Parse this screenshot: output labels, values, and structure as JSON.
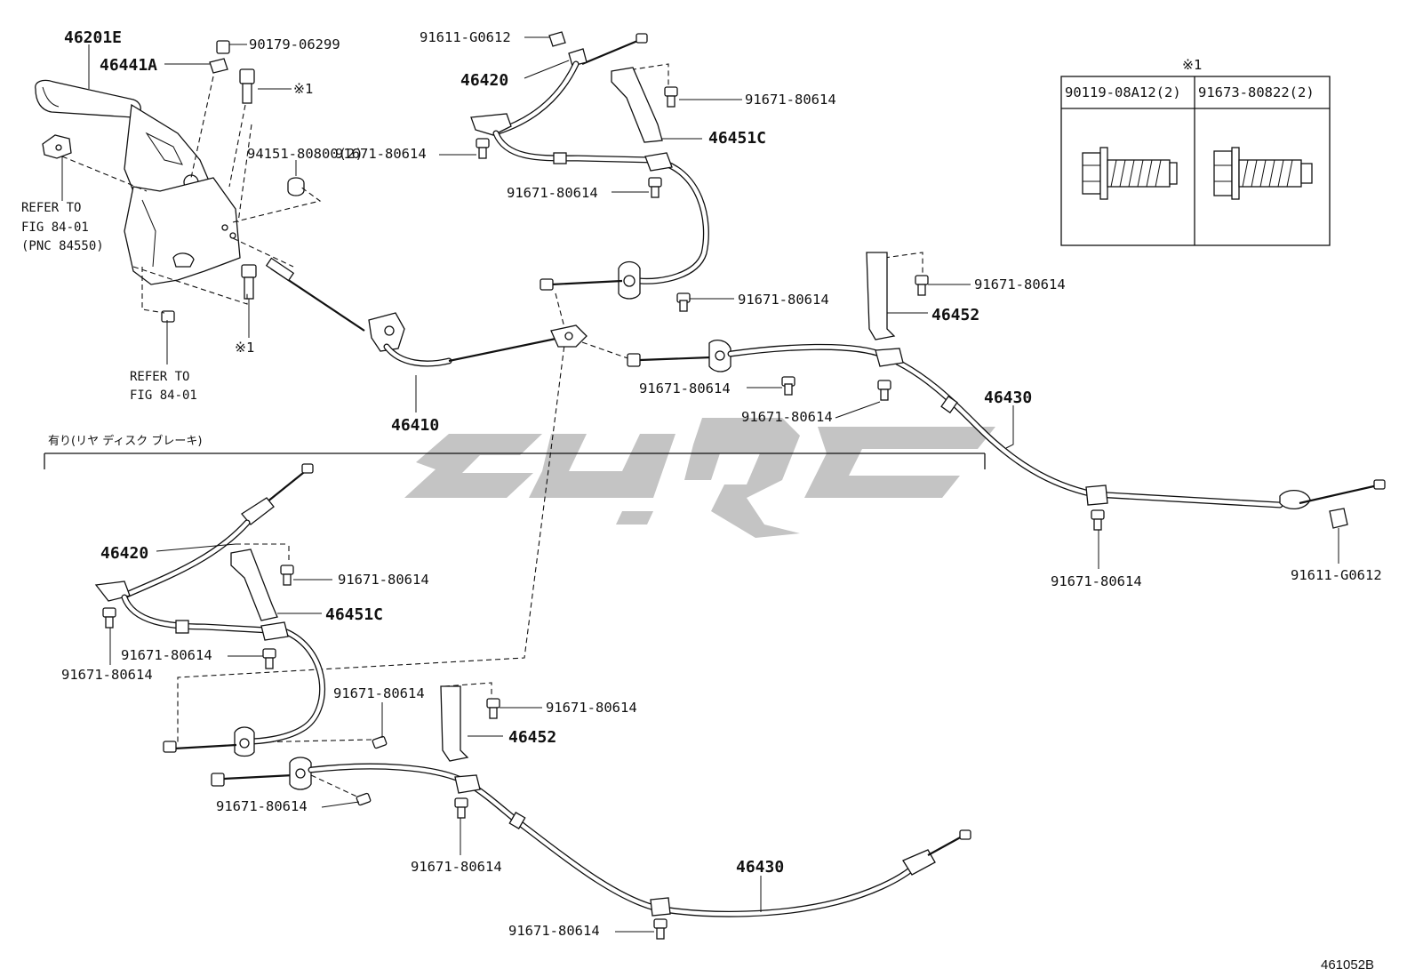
{
  "diagram": {
    "figure_code": "461052B",
    "section_note": "有り(リヤ ディスク ブレーキ)",
    "refer_lever": [
      "REFER TO",
      "FIG 84-01",
      "(PNC 84550)"
    ],
    "refer_bolt": [
      "REFER TO",
      "FIG 84-01"
    ],
    "note_mark": "※1",
    "table": {
      "title": "※1",
      "columns": [
        "90119-08A12(2)",
        "91673-80822(2)"
      ]
    },
    "parts": {
      "lever": "46201E",
      "grip": "46441A",
      "nut_top": "90179-06299",
      "mark_top": "※1",
      "mark_bottom": "※1",
      "bolt_set": "94151-80800(2)",
      "front_cable": "46410",
      "cable_46420_top": "46420",
      "nut_91611_top": "91611-G0612",
      "bolt_a": "91671-80614",
      "bracket_46451c_top": "46451C",
      "bolt_b": "91671-80614",
      "bolt_c": "91671-80614",
      "bolt_d": "91671-80614",
      "bolt_e": "91671-80614",
      "bracket_46452_top": "46452",
      "bolt_f": "91671-80614",
      "bolt_g": "91671-80614",
      "cable_46430_top": "46430",
      "bolt_h": "91671-80614",
      "nut_91611_right": "91611-G0612",
      "cable_46420_bot": "46420",
      "bolt_i": "91671-80614",
      "bracket_46451c_bot": "46451C",
      "bolt_j": "91671-80614",
      "bolt_k": "91671-80614",
      "bolt_l": "91671-80614",
      "bolt_m": "91671-80614",
      "bracket_46452_bot": "46452",
      "bolt_n": "91671-80614",
      "bolt_o": "91671-80614",
      "cable_46430_bot": "46430",
      "bolt_p": "91671-80614"
    }
  }
}
